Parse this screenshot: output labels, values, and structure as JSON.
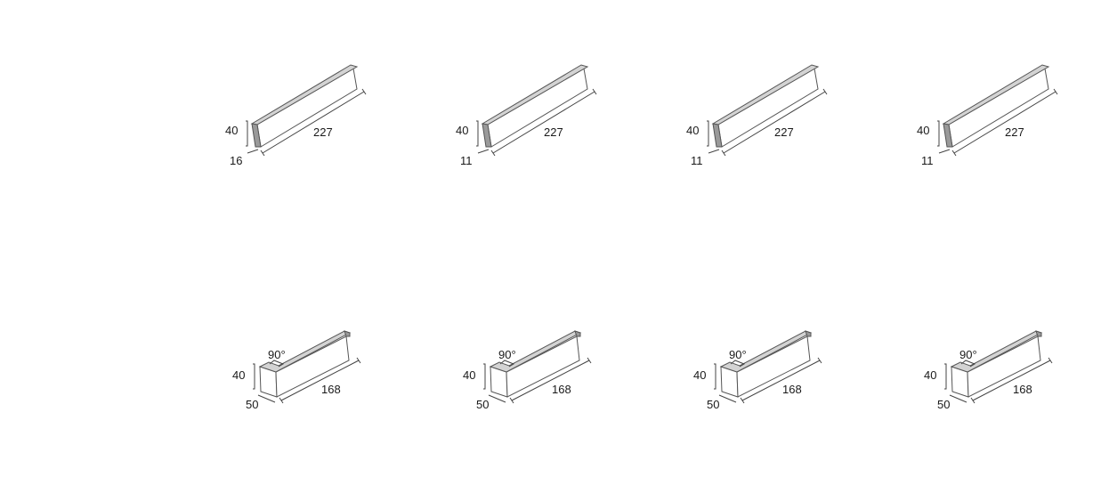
{
  "colors": {
    "outline": "#555555",
    "face": "#ffffff",
    "top_face": "#d3d3d3",
    "end_face": "#9a9a9a",
    "dimension_line": "#444444"
  },
  "straight_tiles": [
    {
      "height": "40",
      "length": "227",
      "thickness": "16"
    },
    {
      "height": "40",
      "length": "227",
      "thickness": "11"
    },
    {
      "height": "40",
      "length": "227",
      "thickness": "11"
    },
    {
      "height": "40",
      "length": "227",
      "thickness": "11"
    }
  ],
  "corner_tiles": [
    {
      "angle": "90°",
      "height": "40",
      "return_length": "50",
      "length": "168"
    },
    {
      "angle": "90°",
      "height": "40",
      "return_length": "50",
      "length": "168"
    },
    {
      "angle": "90°",
      "height": "40",
      "return_length": "50",
      "length": "168"
    },
    {
      "angle": "90°",
      "height": "40",
      "return_length": "50",
      "length": "168"
    }
  ]
}
